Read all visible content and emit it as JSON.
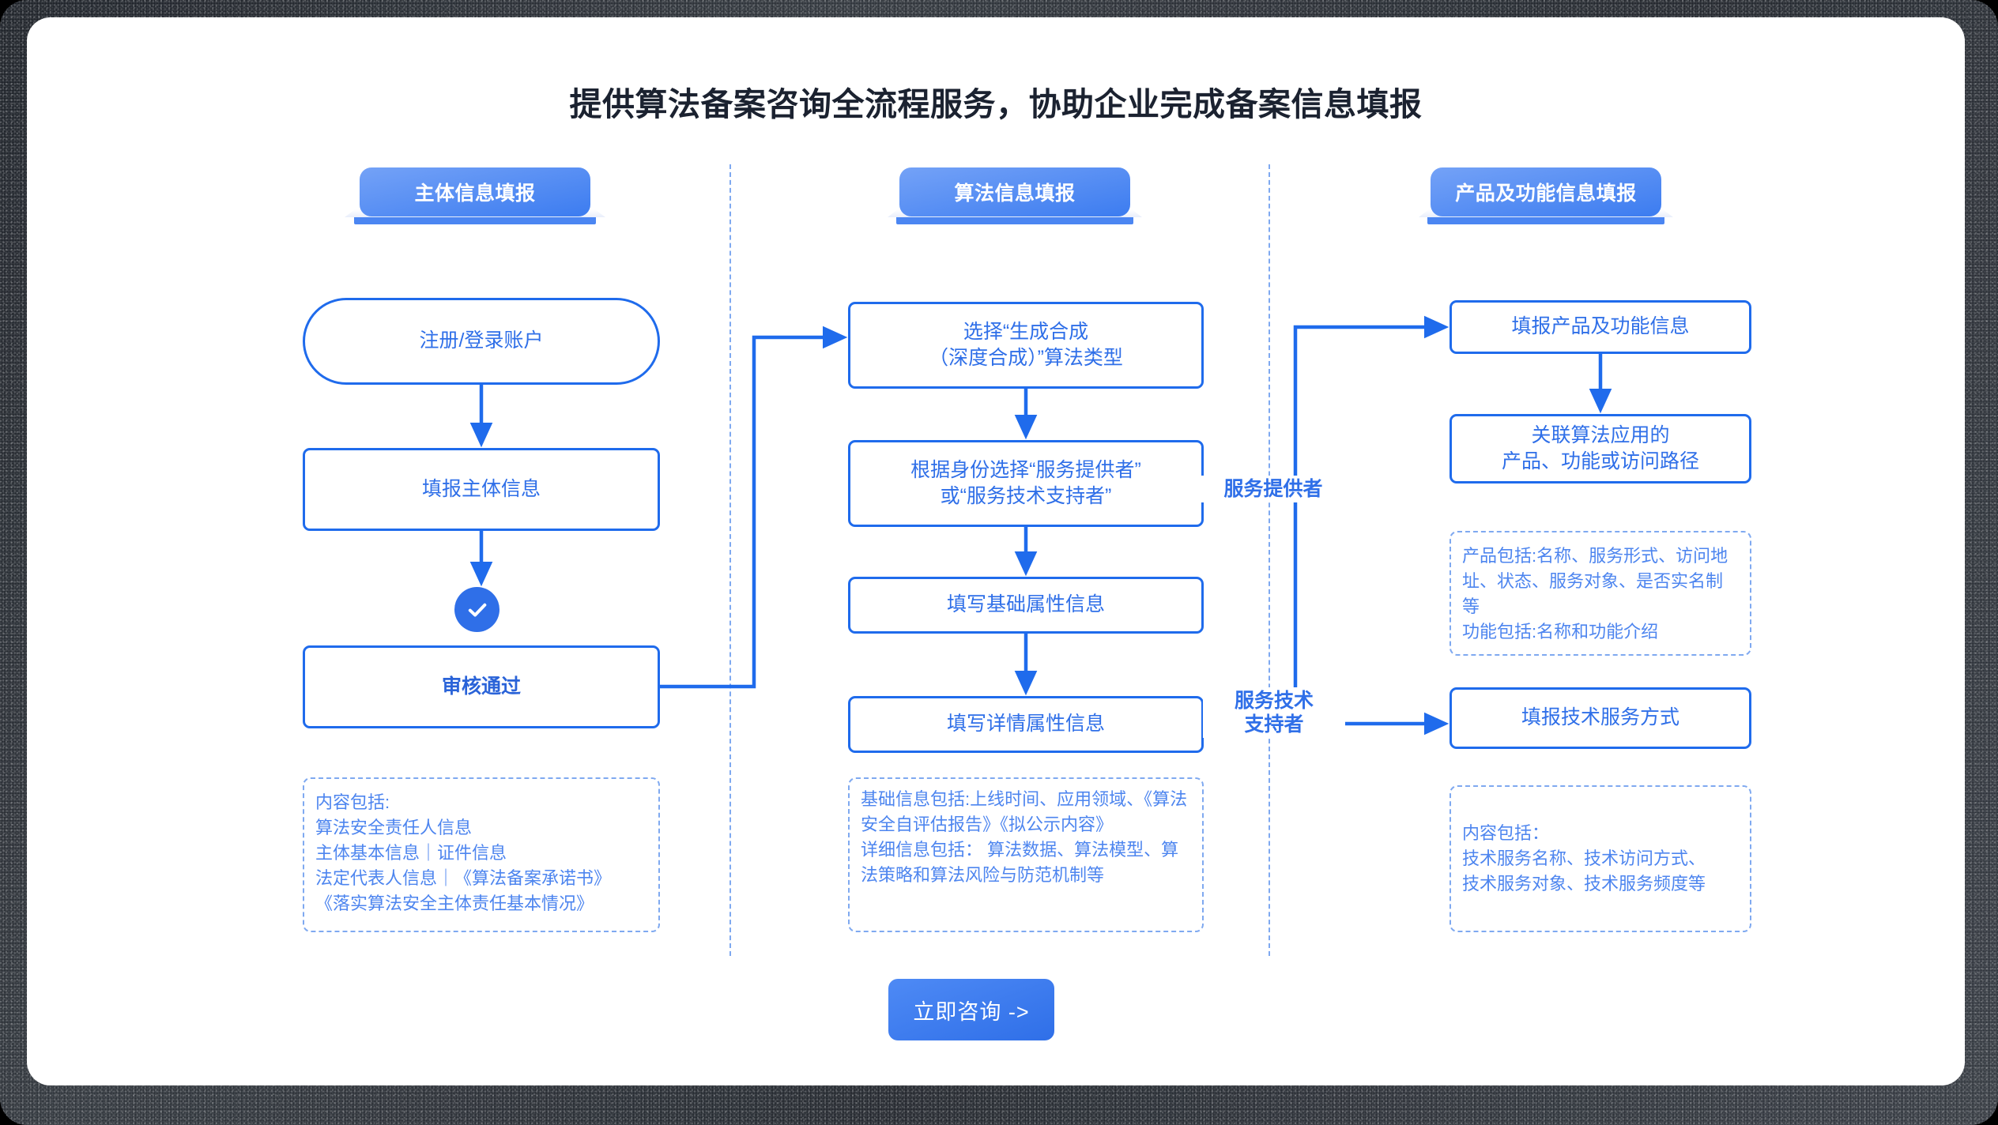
{
  "page": {
    "title": "提供算法备案咨询全流程服务，协助企业完成备案信息填报"
  },
  "sections": [
    {
      "id": "subject",
      "label": "主体信息填报"
    },
    {
      "id": "algorithm",
      "label": "算法信息填报"
    },
    {
      "id": "product",
      "label": "产品及功能信息填报"
    }
  ],
  "flow": {
    "column1": {
      "nodes": [
        {
          "id": "register",
          "label": "注册/登录账户",
          "shape": "pill"
        },
        {
          "id": "subject-info",
          "label": "填报主体信息",
          "shape": "rect"
        },
        {
          "id": "approved",
          "label": "审核通过",
          "shape": "rect",
          "emphasis": "bold"
        }
      ],
      "status_icon": "check-circle-icon",
      "note": "内容包括:\n算法安全责任人信息\n主体基本信息｜证件信息\n法定代表人信息｜《算法备案承诺书》\n《落实算法安全主体责任基本情况》"
    },
    "column2": {
      "nodes": [
        {
          "id": "algo-type",
          "label": "选择“生成合成\n（深度合成）”算法类型",
          "shape": "rect"
        },
        {
          "id": "identity",
          "label": "根据身份选择“服务提供者”\n或“服务技术支持者”",
          "shape": "rect"
        },
        {
          "id": "base-attr",
          "label": "填写基础属性信息",
          "shape": "rect"
        },
        {
          "id": "detail-attr",
          "label": "填写详情属性信息",
          "shape": "rect"
        }
      ],
      "note": "基础信息包括:上线时间、应用领域、《算法安全自评估报告》《拟公示内容》\n详细信息包括： 算法数据、算法模型、算法策略和算法风险与防范机制等"
    },
    "column3": {
      "nodes": [
        {
          "id": "product-info",
          "label": "填报产品及功能信息",
          "shape": "rect"
        },
        {
          "id": "relate-algo",
          "label": "关联算法应用的\n产品、功能或访问路径",
          "shape": "rect"
        },
        {
          "id": "tech-service",
          "label": "填报技术服务方式",
          "shape": "rect"
        }
      ],
      "note_product": "产品包括:名称、服务形式、访问地址、状态、服务对象、是否实名制等\n功能包括:名称和功能介绍",
      "note_tech": "内容包括：\n技术服务名称、技术访问方式、\n技术服务对象、技术服务频度等"
    },
    "branch_labels": {
      "provider": "服务提供者",
      "tech_supporter": "服务技术\n支持者"
    }
  },
  "cta": {
    "label": "立即咨询 ->"
  },
  "colors": {
    "accent": "#2f6fe8",
    "node_border": "#1f6bec",
    "node_text": "#2f6fe8",
    "note_border": "#7fa9f0",
    "note_text": "#4d85ef",
    "badge_gradient_from": "#74a2f7",
    "badge_gradient_to": "#3c7cf0",
    "title_text": "#1b2230",
    "card_background": "#ffffff"
  }
}
